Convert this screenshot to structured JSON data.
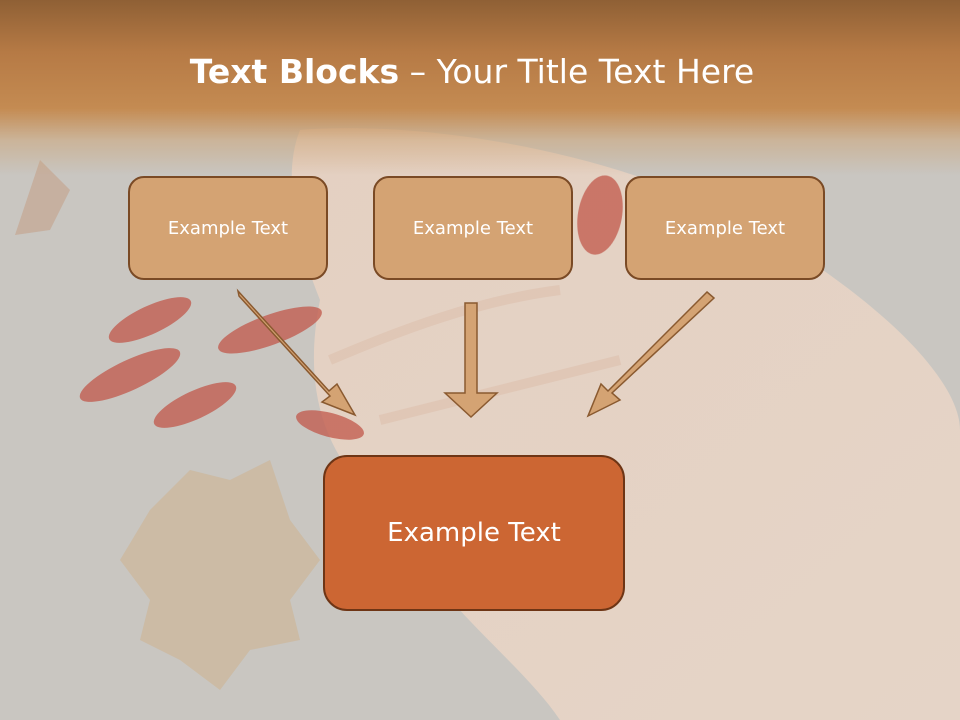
{
  "slide": {
    "title_bold": "Text Blocks",
    "title_rest": " – Your Title Text Here"
  },
  "blocks": {
    "top": [
      {
        "label": "Example Text"
      },
      {
        "label": "Example Text"
      },
      {
        "label": "Example Text"
      }
    ],
    "bottom": {
      "label": "Example Text"
    }
  },
  "colors": {
    "title_band": "#b67a45",
    "small_box": "#d4a373",
    "big_box": "#cc6633",
    "border": "#7a4a25",
    "arrow": "#d4a373"
  }
}
